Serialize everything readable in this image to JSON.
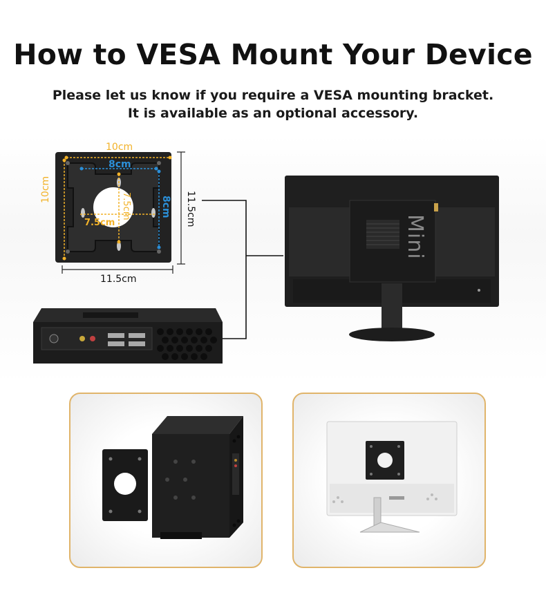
{
  "header": {
    "title": "How to VESA Mount Your Device",
    "subtitle_line1": "Please let us know if you require a VESA mounting bracket.",
    "subtitle_line2": "It is available as an optional accessory."
  },
  "bracket_dimensions": {
    "outer_width": "10cm",
    "outer_height": "10cm",
    "hole_spacing_h": "8cm",
    "hole_spacing_v": "8cm",
    "small_spacing_h": "7.5cm",
    "small_spacing_v": "7.5cm",
    "total_height": "11.5cm",
    "total_width": "11.5cm"
  },
  "device": {
    "label": "Mini"
  },
  "colors": {
    "accent_yellow": "#f2b229",
    "accent_blue": "#2b8fd8",
    "card_border": "#e0b46a",
    "device_black": "#1c1c1c"
  }
}
